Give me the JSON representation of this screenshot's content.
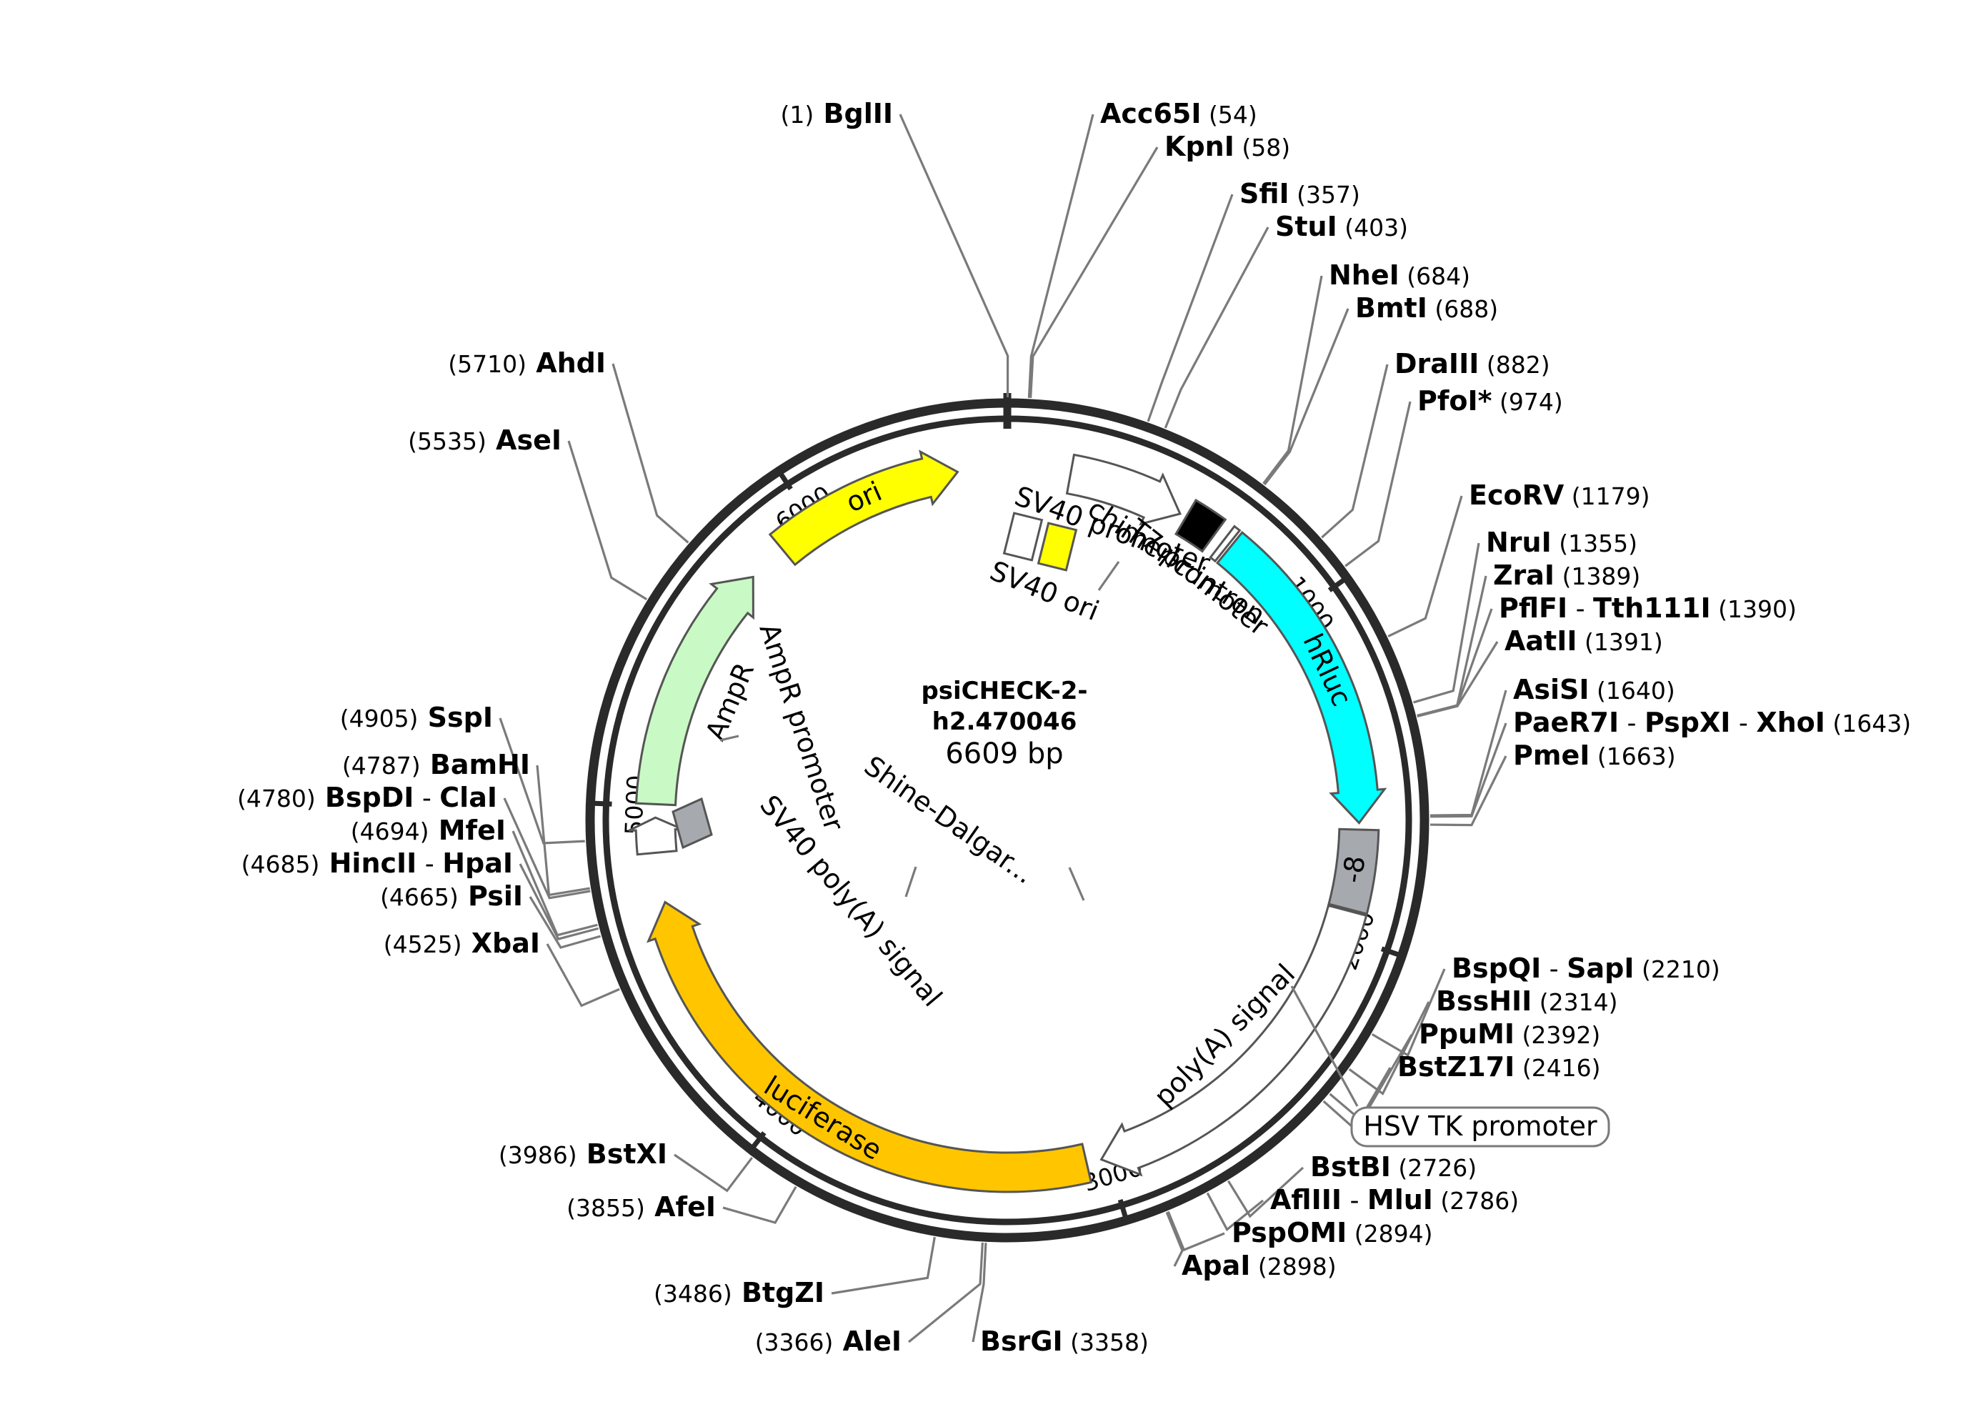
{
  "plasmid": {
    "name_line1": "psiCHECK-2-",
    "name_line2": "h2.470046",
    "size": "6609 bp",
    "length_bp": 6609
  },
  "ticks": [
    "1000",
    "2000",
    "3000",
    "4000",
    "5000",
    "6000"
  ],
  "tick_values": [
    1000,
    2000,
    3000,
    4000,
    5000,
    6000
  ],
  "features": [
    {
      "label": "SV40 promoter",
      "start": 190,
      "end": 540,
      "color": "#ffffff",
      "type": "arrow"
    },
    {
      "label": "chimeric intron",
      "start": 560,
      "end": 660,
      "color": "#000000",
      "type": "box"
    },
    {
      "label": "T7 promoter",
      "start": 692,
      "end": 711,
      "color": "#ffffff",
      "type": "box"
    },
    {
      "label": "hRluc",
      "start": 720,
      "end": 1660,
      "color": "#00ffff",
      "type": "arrow"
    },
    {
      "label": "-8",
      "start": 1680,
      "end": 1920,
      "color": "#a6a9ae",
      "type": "box"
    },
    {
      "label": "poly(A) signal",
      "start": 1925,
      "end": 3020,
      "color": "#ffffff",
      "type": "arrow"
    },
    {
      "label": "luciferase",
      "start": 3065,
      "end": 4710,
      "color": "#ffc600",
      "type": "arrow"
    },
    {
      "label": "AmpR promoter",
      "start": 4860,
      "end": 4965,
      "color": "#ffffff",
      "type": "arrow"
    },
    {
      "label": "AmpR",
      "start": 5005,
      "end": 5760,
      "color": "#c9f9c5",
      "type": "arrow"
    },
    {
      "label": "ori",
      "start": 5880,
      "end": 6460,
      "color": "#ffff00",
      "type": "arrow"
    }
  ],
  "inner_features": [
    {
      "label": "SV40 ori"
    },
    {
      "label": "Shine-Dalgar..."
    },
    {
      "label": "SV40 poly(A) signal"
    }
  ],
  "sites": [
    {
      "name": "BglII",
      "pos": "(1)",
      "side": "left"
    },
    {
      "name": "Acc65I",
      "pos": "(54)",
      "side": "right"
    },
    {
      "name": "KpnI",
      "pos": "(58)",
      "side": "right"
    },
    {
      "name": "SfiI",
      "pos": "(357)",
      "side": "right"
    },
    {
      "name": "StuI",
      "pos": "(403)",
      "side": "right"
    },
    {
      "name": "NheI",
      "pos": "(684)",
      "side": "right"
    },
    {
      "name": "BmtI",
      "pos": "(688)",
      "side": "right"
    },
    {
      "name": "DraIII",
      "pos": "(882)",
      "side": "right"
    },
    {
      "name": "PfoI*",
      "pos": "(974)",
      "side": "right",
      "color": "#808080"
    },
    {
      "name": "EcoRV",
      "pos": "(1179)",
      "side": "right"
    },
    {
      "name": "NruI",
      "pos": "(1355)",
      "side": "right"
    },
    {
      "name": "ZraI",
      "pos": "(1389)",
      "side": "right"
    },
    {
      "name": "PflFI",
      "name2": "Tth111I",
      "pos": "(1390)",
      "side": "right"
    },
    {
      "name": "AatII",
      "pos": "(1391)",
      "side": "right"
    },
    {
      "name": "AsiSI",
      "pos": "(1640)",
      "side": "right"
    },
    {
      "name": "PaeR7I",
      "name2": "PspXI",
      "name3": "XhoI",
      "pos": "(1643)",
      "side": "right"
    },
    {
      "name": "PmeI",
      "pos": "(1663)",
      "side": "right"
    },
    {
      "name": "BspQI",
      "name2": "SapI",
      "pos": "(2210)",
      "side": "right"
    },
    {
      "name": "BssHII",
      "pos": "(2314)",
      "side": "right"
    },
    {
      "name": "PpuMI",
      "pos": "(2392)",
      "side": "right"
    },
    {
      "name": "BstZ17I",
      "pos": "(2416)",
      "side": "right"
    },
    {
      "name": "BstBI",
      "pos": "(2726)",
      "side": "right"
    },
    {
      "name": "AflIII",
      "name2": "MluI",
      "pos": "(2786)",
      "side": "right"
    },
    {
      "name": "PspOMI",
      "pos": "(2894)",
      "side": "right"
    },
    {
      "name": "ApaI",
      "pos": "(2898)",
      "side": "right"
    },
    {
      "name": "BsrGI",
      "pos": "(3358)",
      "side": "right"
    },
    {
      "name": "AleI",
      "pos": "(3366)",
      "side": "left"
    },
    {
      "name": "BtgZI",
      "pos": "(3486)",
      "side": "left"
    },
    {
      "name": "AfeI",
      "pos": "(3855)",
      "side": "left"
    },
    {
      "name": "BstXI",
      "pos": "(3986)",
      "side": "left"
    },
    {
      "name": "XbaI",
      "pos": "(4525)",
      "side": "left"
    },
    {
      "name": "PsiI",
      "pos": "(4665)",
      "side": "left"
    },
    {
      "name": "HincII",
      "name2": "HpaI",
      "pos": "(4685)",
      "side": "left"
    },
    {
      "name": "MfeI",
      "pos": "(4694)",
      "side": "left"
    },
    {
      "name": "BspDI",
      "name2": "ClaI",
      "pos": "(4780)",
      "side": "left"
    },
    {
      "name": "BamHI",
      "pos": "(4787)",
      "side": "left"
    },
    {
      "name": "SspI",
      "pos": "(4905)",
      "side": "left"
    },
    {
      "name": "AseI",
      "pos": "(5535)",
      "side": "left"
    },
    {
      "name": "AhdI",
      "pos": "(5710)",
      "side": "left"
    }
  ],
  "callout": {
    "label": "HSV TK promoter"
  },
  "colors": {
    "backbone": "#2a2a2a",
    "leader": "#7a7a7a",
    "hrluc": "#00ffff",
    "luciferase": "#ffc600",
    "ampr": "#c9f9c5",
    "ori": "#ffff00",
    "box_gray": "#a6a9ae",
    "sv40_ori_yellow": "#ffff00"
  }
}
